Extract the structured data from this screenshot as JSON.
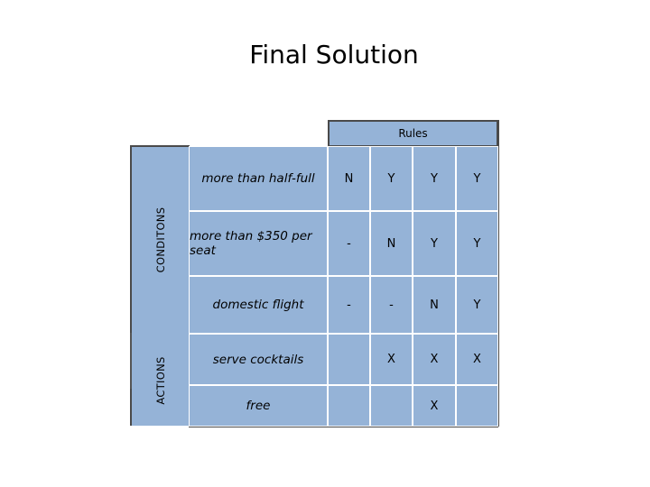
{
  "title": "Final Solution",
  "rules_header": "Rules",
  "sections": {
    "conditions": "CONDITONS",
    "actions": "ACTIONS"
  },
  "conditions": [
    {
      "label": "more than half-full",
      "values": [
        "N",
        "Y",
        "Y",
        "Y"
      ]
    },
    {
      "label": "more than $350 per seat",
      "values": [
        "-",
        "N",
        "Y",
        "Y"
      ]
    },
    {
      "label": "domestic flight",
      "values": [
        "-",
        "-",
        "N",
        "Y"
      ]
    }
  ],
  "actions": [
    {
      "label": "serve cocktails",
      "values": [
        "",
        "X",
        "X",
        "X"
      ]
    },
    {
      "label": "free",
      "values": [
        "",
        "",
        "X",
        ""
      ]
    }
  ]
}
